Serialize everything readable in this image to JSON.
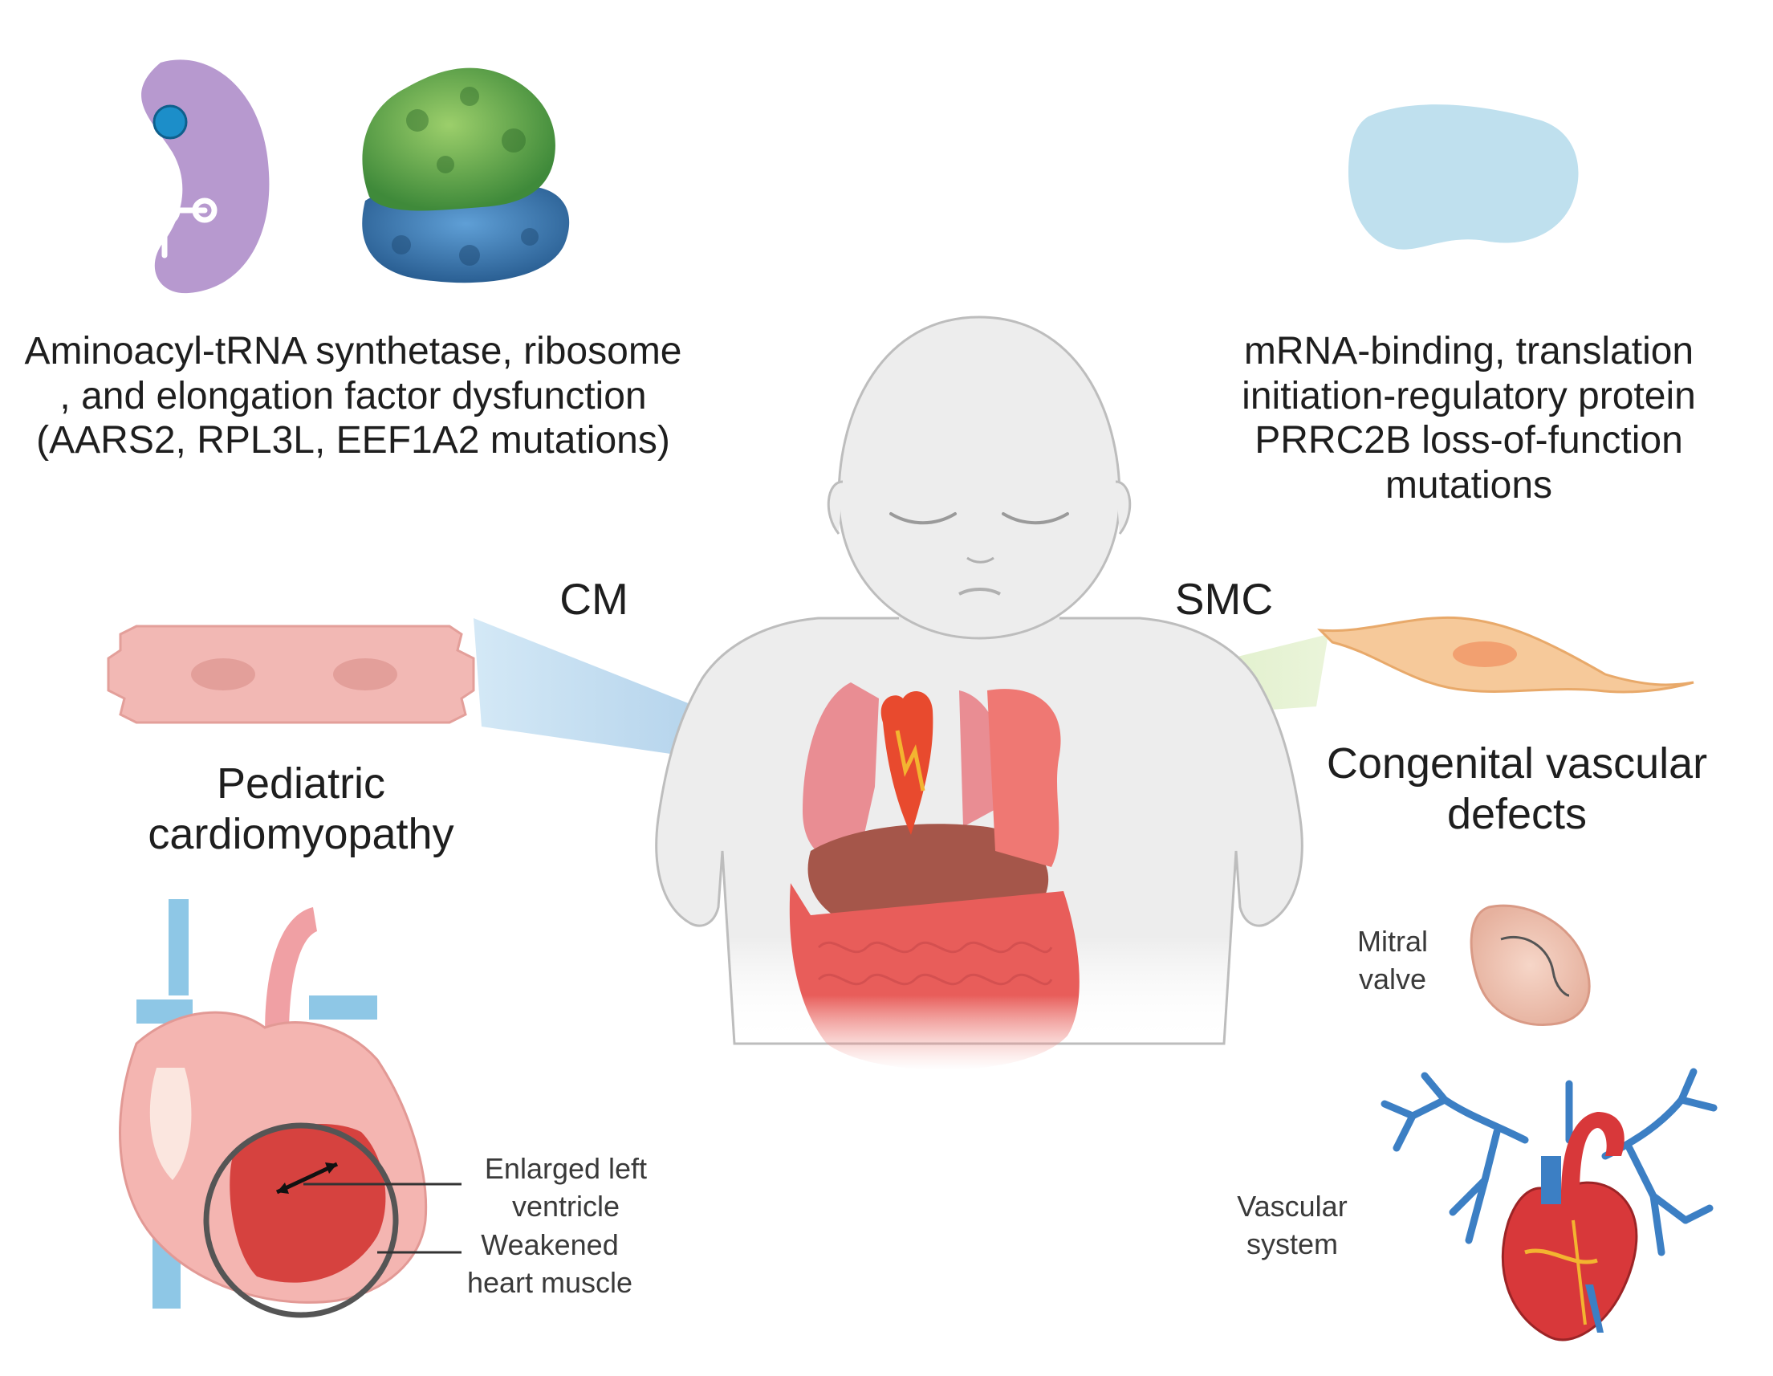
{
  "captions": {
    "top_left": "Aminoacyl-tRNA synthetase, ribosome , and elongation factor dysfunction (AARS2, RPL3L, EEF1A2 mutations)",
    "top_right": "mRNA-binding, translation initiation-regulatory protein PRRC2B loss-of-function mutations",
    "left_condition": "Pediatric cardiomyopathy",
    "right_condition": "Congenital vascular defects"
  },
  "cell_labels": {
    "cm": "CM",
    "smc": "SMC"
  },
  "annotations": {
    "enlarged_lv": "Enlarged left ventricle",
    "weakened_muscle": "Weakened heart muscle",
    "mitral_valve": "Mitral valve",
    "vascular_system": "Vascular system"
  },
  "icons": [
    "trna-synthetase-icon",
    "ribosome-icon",
    "rna-binding-protein-icon",
    "infant-body-icon",
    "cardiomyocyte-icon",
    "smooth-muscle-cell-icon",
    "heart-cross-section-icon",
    "mitral-valve-icon",
    "vascular-heart-icon"
  ],
  "colors": {
    "cm_beam": "#a9cfe8",
    "smc_beam": "#d6eab8",
    "cardiomyocyte": "#f2b8b4",
    "smooth_muscle": "#f6c99a",
    "vessel_blue": "#3c7fc4",
    "heart_red": "#d8383a"
  }
}
